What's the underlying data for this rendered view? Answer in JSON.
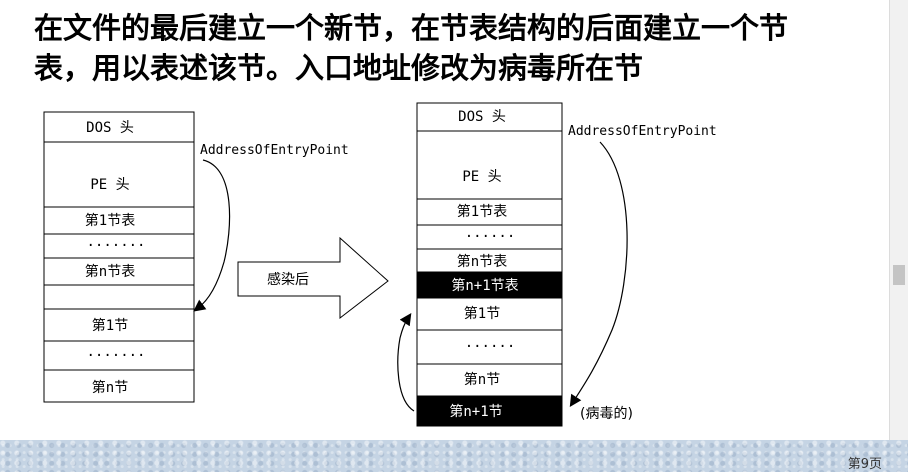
{
  "slide": {
    "heading_line1": "在文件的最后建立一个新节，在节表结构的后面建立一个节",
    "heading_line2": "表，用以表述该节。入口地址修改为病毒所在节"
  },
  "diagram": {
    "before": {
      "blocks": [
        "DOS 头",
        "PE 头",
        "第1节表",
        "·······",
        "第n节表",
        "",
        "第1节",
        "·······",
        "第n节"
      ],
      "pointer_label": "AddressOfEntryPoint"
    },
    "arrow_label": "感染后",
    "after": {
      "blocks": [
        "DOS 头",
        "PE 头",
        "第1节表",
        "······",
        "第n节表",
        "第n+1节表",
        "第1节",
        "······",
        "第n节",
        "第n+1节"
      ],
      "highlighted_blocks": [
        "第n+1节表",
        "第n+1节"
      ],
      "pointer_label": "AddressOfEntryPoint",
      "virus_note": "(病毒的)"
    },
    "colors": {
      "highlight_fill": "#000000",
      "highlight_text": "#ffffff",
      "line": "#000000"
    }
  },
  "footer": {
    "page_label": "第9页"
  }
}
